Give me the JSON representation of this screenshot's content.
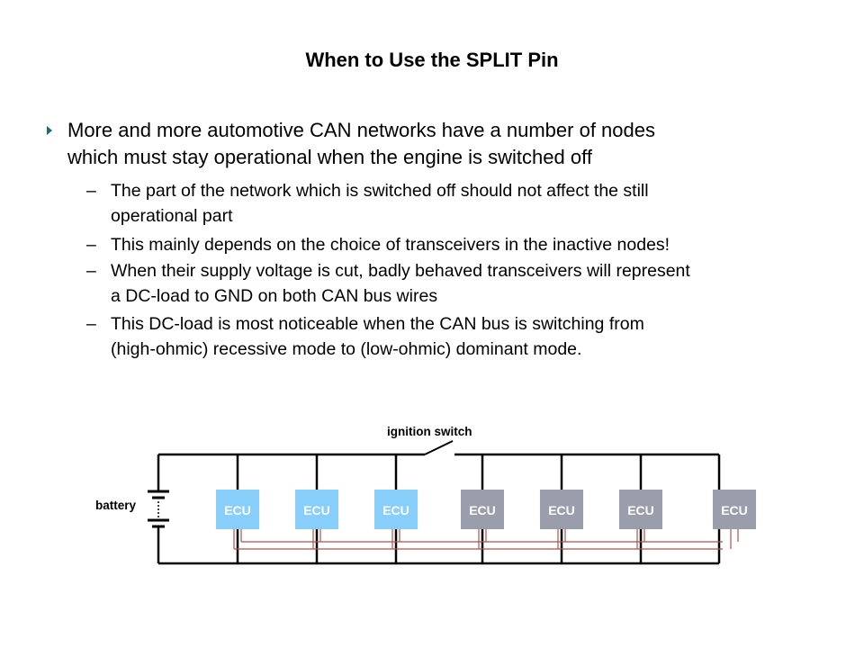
{
  "slide": {
    "title": "When to Use the SPLIT Pin",
    "main_bullet": {
      "icon": "triangle-right-bullet-icon",
      "lines": [
        "More and more automotive CAN networks have a number of nodes",
        "which must stay operational when the engine is switched off"
      ]
    },
    "sub_bullets": [
      {
        "dash": "–",
        "lines": [
          "The part of the network which is switched off should not affect the still",
          "operational part"
        ]
      },
      {
        "dash": "–",
        "lines": [
          "This mainly depends on the choice of transceivers in the inactive nodes!"
        ]
      },
      {
        "dash": "–",
        "lines": [
          "When their supply voltage is cut, badly behaved transceivers will represent",
          "a DC-load to GND on both CAN bus wires"
        ]
      },
      {
        "dash": "–",
        "lines": [
          "This DC-load is most noticeable when the CAN bus is switching from",
          "(high-ohmic) recessive mode to (low-ohmic) dominant mode."
        ]
      }
    ]
  },
  "diagram": {
    "battery_label": "battery",
    "switch_label": "ignition switch",
    "colors": {
      "bullet": "#1b6b6f",
      "ecu_active": "#87cefa",
      "ecu_inactive": "#9a9dac",
      "wire": "#000000",
      "can_bus": "#b5504a"
    },
    "ecus": [
      {
        "label": "ECU",
        "state": "always-powered"
      },
      {
        "label": "ECU",
        "state": "always-powered"
      },
      {
        "label": "ECU",
        "state": "always-powered"
      },
      {
        "label": "ECU",
        "state": "switched"
      },
      {
        "label": "ECU",
        "state": "switched"
      },
      {
        "label": "ECU",
        "state": "switched"
      },
      {
        "label": "ECU",
        "state": "switched"
      }
    ]
  }
}
